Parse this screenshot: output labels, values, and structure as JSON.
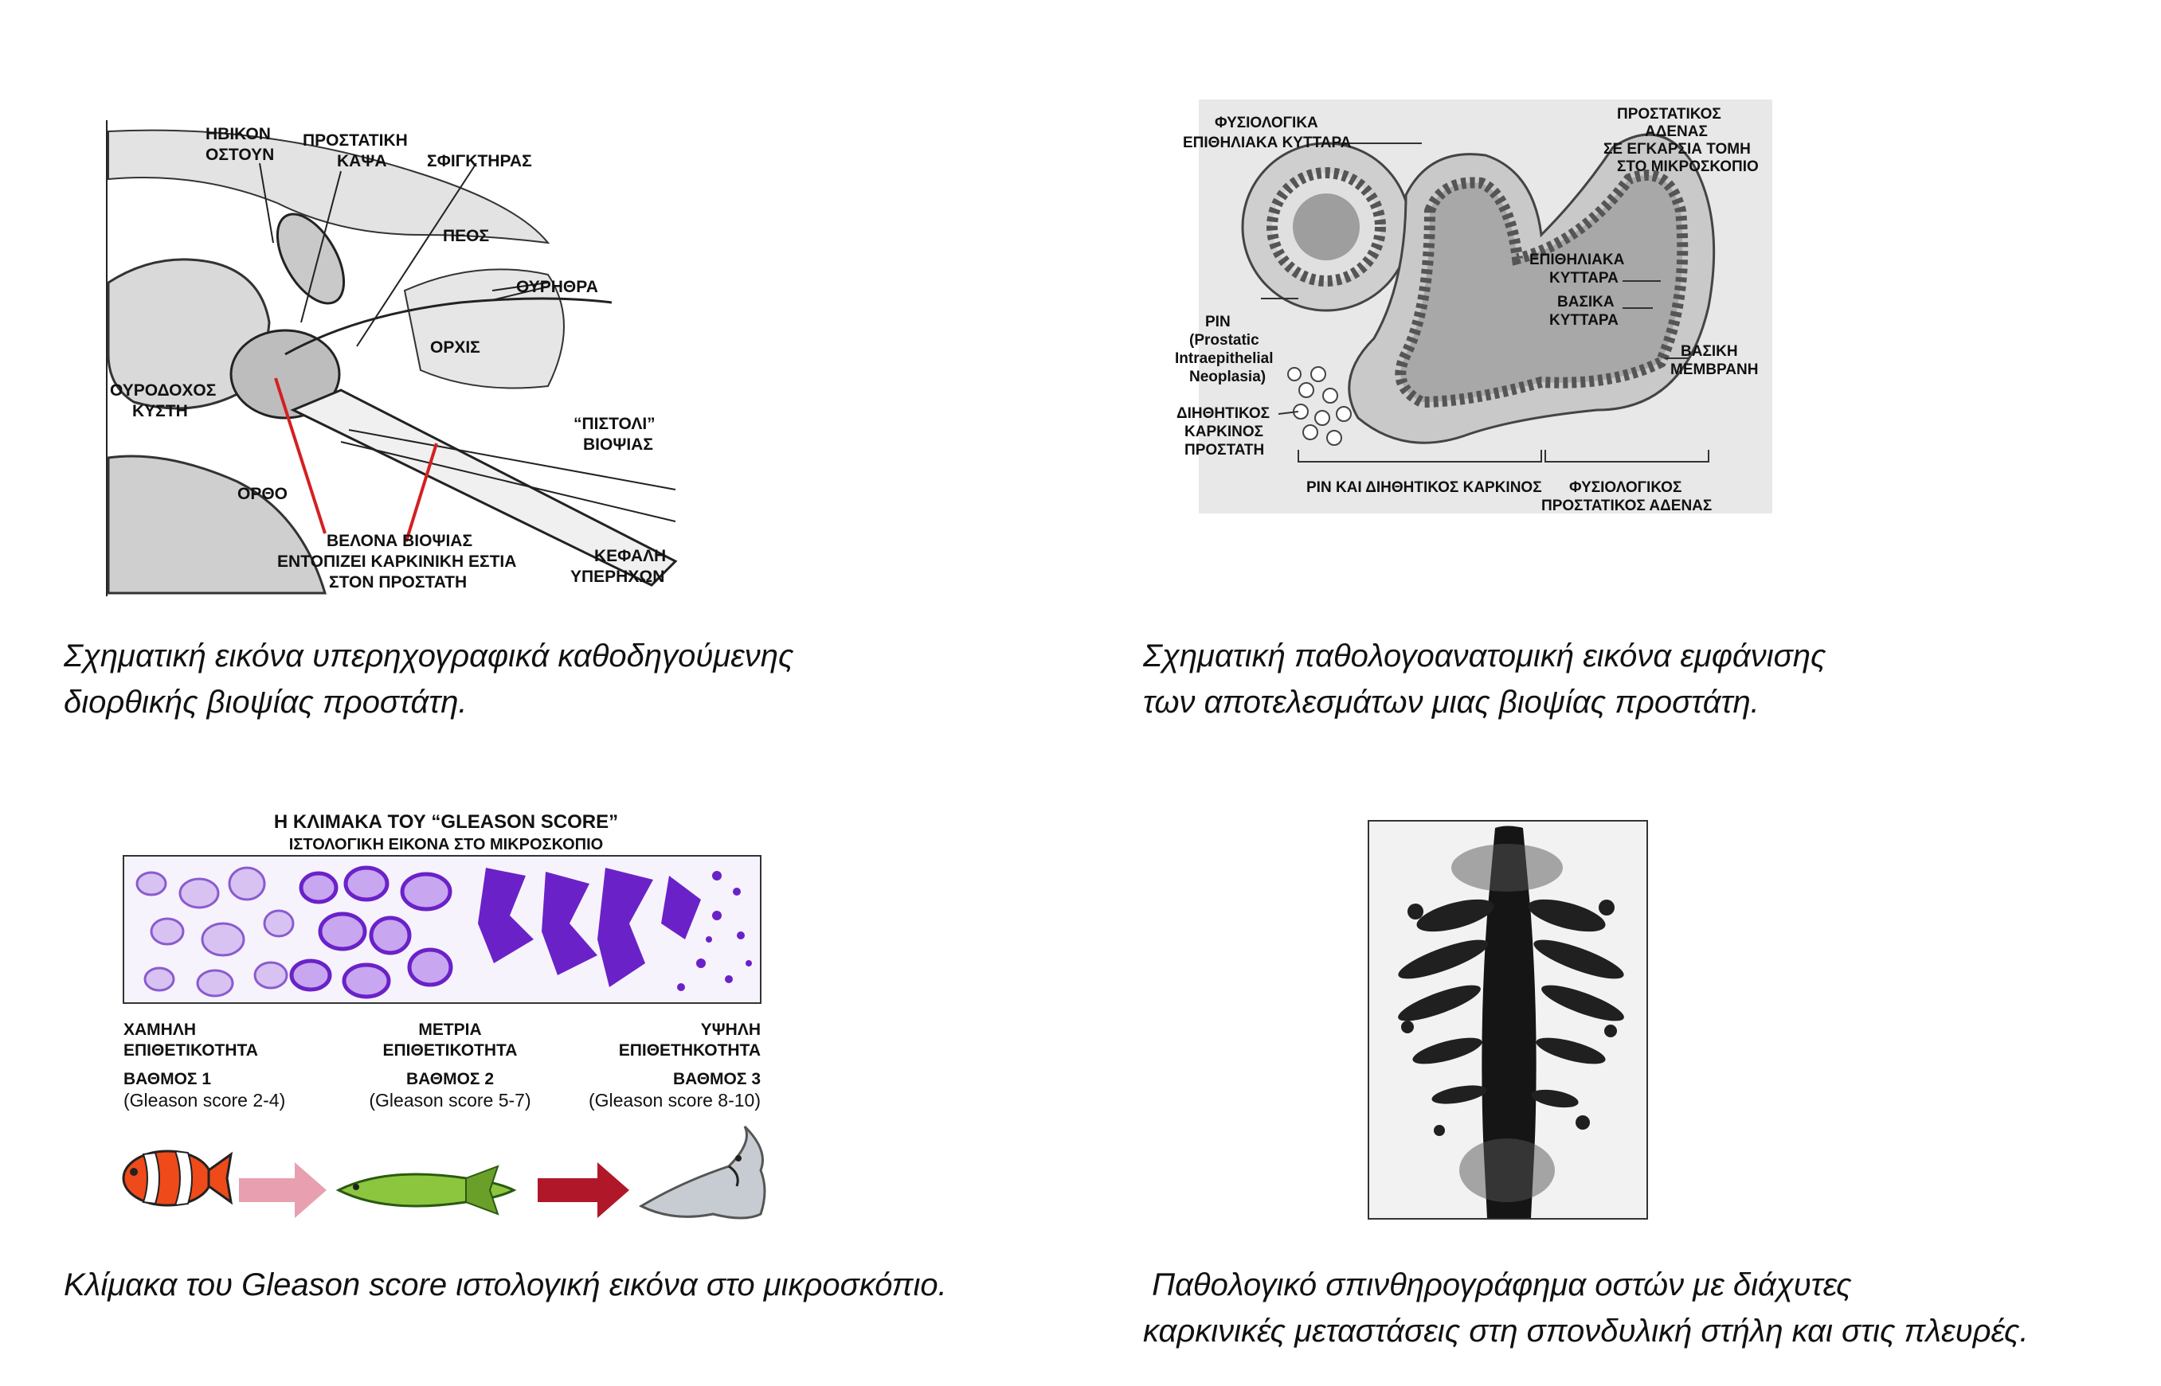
{
  "figures": {
    "biopsy_diagram": {
      "labels": {
        "hviko_1": "ΗΒΙΚΟΝ",
        "hviko_2": "ΟΣΤΟΥΝ",
        "kapsa_1": "ΠΡΟΣΤΑΤΙΚΗ",
        "kapsa_2": "ΚΑΨΑ",
        "sfigktiras": "ΣΦΙΓΚΤΗΡΑΣ",
        "peos": "ΠΕΟΣ",
        "ourithra": "ΟΥΡΗΘΡΑ",
        "orxis": "ΟΡΧΙΣ",
        "kysti_1": "ΟΥΡΟΔΟΧΟΣ",
        "kysti_2": "ΚΥΣΤΗ",
        "pistoli_1": "“ΠΙΣΤΟΛΙ”",
        "pistoli_2": "ΒΙΟΨΙΑΣ",
        "ortho": "ΟΡΘΟ",
        "velona_1": "ΒΕΛΟΝΑ ΒΙΟΨΙΑΣ",
        "velona_2": "ΕΝΤΟΠΙΖΕΙ ΚΑΡΚΙΝΙΚΗ ΕΣΤΙΑ",
        "velona_3": "ΣΤΟΝ ΠΡΟΣΤΑΤΗ",
        "kefali_1": "ΚΕΦΑΛΗ",
        "kefali_2": "ΥΠΕΡΗΧΩΝ"
      }
    },
    "pathology_diagram": {
      "labels": {
        "fysiol_1": "ΦΥΣΙΟΛΟΓΙΚΑ",
        "fysiol_2": "ΕΠΙΘΗΛΙΑΚΑ ΚΥΤΤΑΡΑ",
        "adenas_1": "ΠΡΟΣΤΑΤΙΚΟΣ",
        "adenas_2": "ΑΔΕΝΑΣ",
        "adenas_3": "ΣΕ ΕΓΚΑΡΣΙΑ ΤΟΜΗ",
        "adenas_4": "ΣΤΟ ΜΙΚΡΟΣΚΟΠΙΟ",
        "epith_1": "ΕΠΙΘΗΛΙΑΚΑ",
        "epith_2": "ΚΥΤΤΑΡΑ",
        "vasika_1": "ΒΑΣΙΚΑ",
        "vasika_2": "ΚΥΤΤΑΡΑ",
        "pin_1": "ΡΙΝ",
        "pin_2": "(Prostatic",
        "pin_3": "Intraepithelial",
        "pin_4": "Neoplasia)",
        "membrane_1": "ΒΑΣΙΚΗ",
        "membrane_2": "ΜΕΜΒΡΑΝΗ",
        "diith_1": "ΔΙΗΘΗΤΙΚΟΣ",
        "diith_2": "ΚΑΡΚΙΝΟΣ",
        "diith_3": "ΠΡΟΣΤΑΤΗ",
        "bottom_left": "ΡΙΝ ΚΑΙ ΔΙΗΘΗΤΙΚΟΣ ΚΑΡΚΙΝΟΣ",
        "bottom_right_1": "ΦΥΣΙΟΛΟΓΙΚΟΣ",
        "bottom_right_2": "ΠΡΟΣΤΑΤΙΚΟΣ ΑΔΕΝΑΣ"
      }
    },
    "gleason_scale": {
      "title_1": "Η ΚΛΙΜΑΚΑ ΤΟΥ “GLEASON SCORE”",
      "title_2": "ΙΣΤΟΛΟΓΙΚΗ ΕΙΚΟΝΑ ΣΤΟ ΜΙΚΡΟΣΚΟΠΙΟ",
      "grades": [
        {
          "aggr_1": "ΧΑΜΗΛΗ",
          "aggr_2": "ΕΠΙΘΕΤΙΚΟΤΗΤΑ",
          "grade": "ΒΑΘΜΟΣ 1",
          "score": "(Gleason score 2-4)"
        },
        {
          "aggr_1": "ΜΕΤΡΙΑ",
          "aggr_2": "ΕΠΙΘΕΤΙΚΟΤΗΤΑ",
          "grade": "ΒΑΘΜΟΣ 2",
          "score": "(Gleason score 5-7)"
        },
        {
          "aggr_1": "ΥΨΗΛΗ",
          "aggr_2": "ΕΠΙΘΕΤΗΚΟΤΗΤΑ",
          "grade": "ΒΑΘΜΟΣ 3",
          "score": "(Gleason score 8-10)"
        }
      ]
    }
  },
  "captions": {
    "biopsy_1": "Σχηματική εικόνα υπερηχογραφικά καθοδηγούμενης",
    "biopsy_2": "διορθικής βιοψίας προστάτη.",
    "pathology_1": "Σχηματική παθολογοανατομική εικόνα εμφάνισης",
    "pathology_2": "των αποτελεσμάτων μιας βιοψίας προστάτη.",
    "gleason_1": "Κλίμακα του Gleason score ιστολογική εικόνα στο μικροσκόπιο.",
    "scan_1": " Παθολογικό σπινθηρογράφημα οστών με διάχυτες",
    "scan_2": "καρκινικές μεταστάσεις στη σπονδυλική στήλη και στις πλευρές."
  },
  "colors": {
    "accent_red": "#d42020",
    "purple": "#6a22c8",
    "purple_light": "#c8a6f0"
  }
}
